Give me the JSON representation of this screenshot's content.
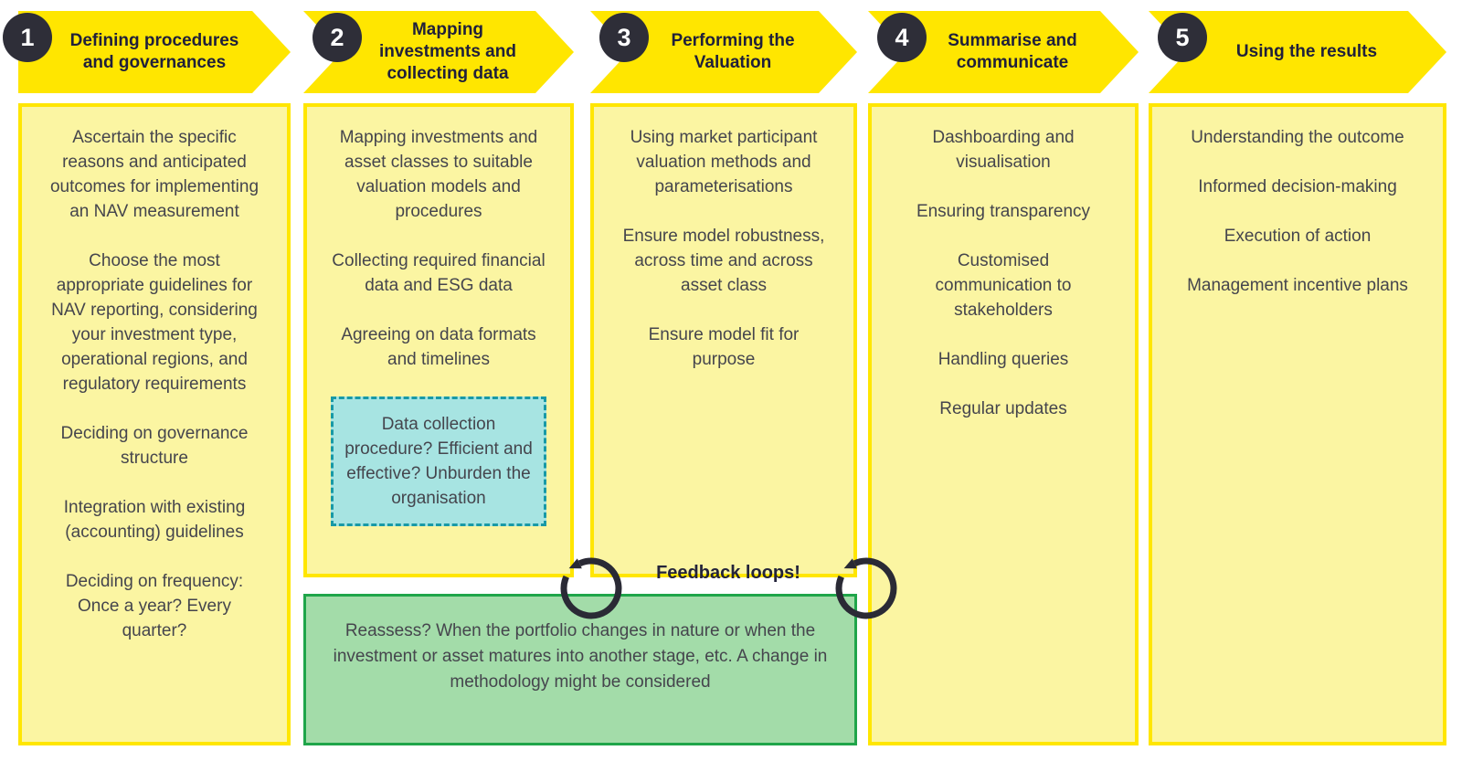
{
  "colors": {
    "accent_yellow": "#FFE600",
    "panel_yellow_fill": "#FBF5A2",
    "callout_teal_fill": "#A7E4E2",
    "callout_teal_border": "#1899A6",
    "note_green_fill": "#A3DCA9",
    "note_green_border": "#1FA54A",
    "dark_navy": "#2E2E38"
  },
  "stages": [
    {
      "number": "1",
      "title": "Defining procedures and governances",
      "items": [
        "Ascertain the specific reasons and anticipated outcomes for implementing an NAV measurement",
        "Choose the most appropriate guidelines for NAV reporting, considering your investment type, operational regions, and regulatory requirements",
        "Deciding on governance structure",
        "Integration with existing (accounting) guidelines",
        "Deciding on frequency: Once a year? Every quarter?"
      ]
    },
    {
      "number": "2",
      "title": "Mapping investments and collecting data",
      "items": [
        "Mapping investments and asset classes to suitable valuation models and procedures",
        "Collecting required financial data and ESG data",
        "Agreeing on data formats and timelines"
      ],
      "callout": "Data collection procedure? Efficient and effective? Unburden the organisation"
    },
    {
      "number": "3",
      "title": "Performing the Valuation",
      "items": [
        "Using market participant valuation methods and parameterisations",
        "Ensure model robustness, across time and across asset class",
        "Ensure model fit for purpose"
      ]
    },
    {
      "number": "4",
      "title": "Summarise and communicate",
      "items": [
        "Dashboarding and visualisation",
        "Ensuring transparency",
        "Customised communication to stakeholders",
        "Handling queries",
        "Regular updates"
      ]
    },
    {
      "number": "5",
      "title": "Using the results",
      "items": [
        "Understanding the outcome",
        "Informed decision-making",
        "Execution of action",
        "Management incentive plans"
      ]
    }
  ],
  "feedback": {
    "label": "Feedback loops!",
    "note": "Reassess? When the portfolio changes in nature or when the investment or asset matures into another stage, etc. A change in methodology might be considered"
  }
}
